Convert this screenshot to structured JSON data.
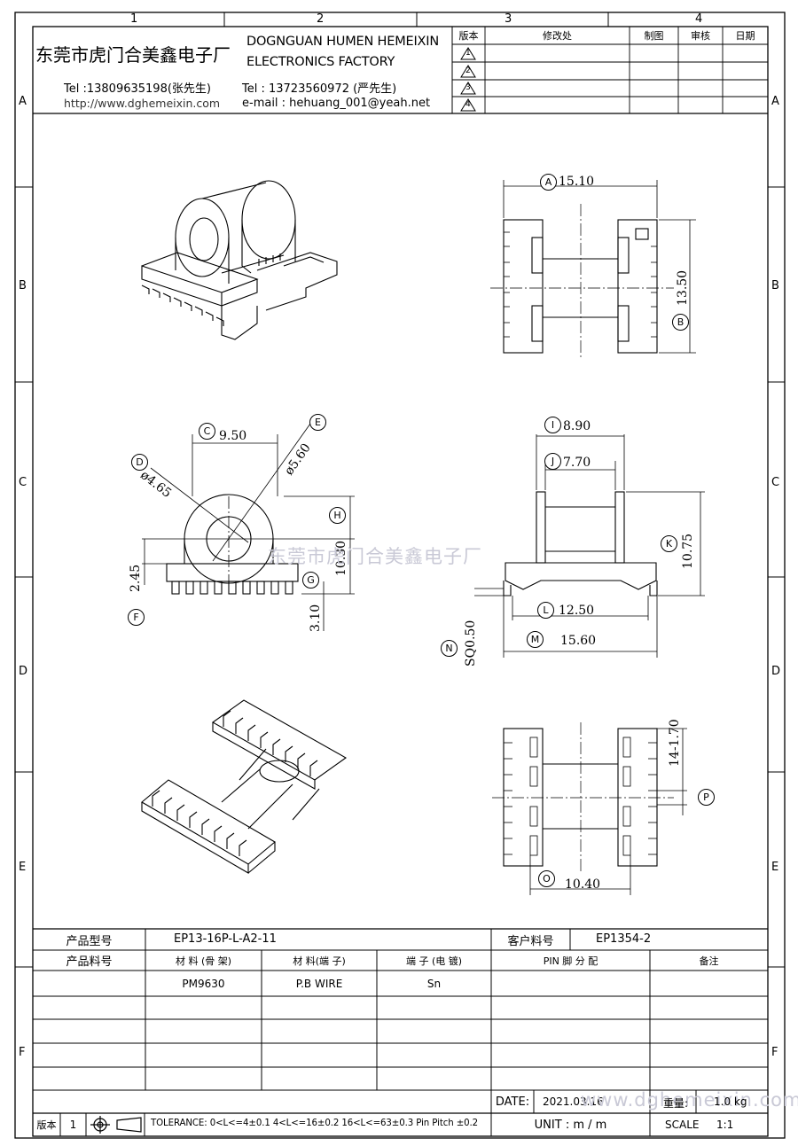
{
  "zone_columns": [
    "1",
    "2",
    "3",
    "4"
  ],
  "zone_rows": [
    "A",
    "B",
    "C",
    "D",
    "E",
    "F"
  ],
  "company": {
    "name_cn": "东莞市虎门合美鑫电子厂",
    "name_en_1": "DOGNGUAN HUMEN HEMEIXIN",
    "name_en_2": "ELECTRONICS FACTORY",
    "tel1": "Tel :13809635198(张先生)",
    "url": "http://www.dghemeixin.com",
    "tel2": "Tel : 13723560972 (严先生)",
    "email": "e-mail : hehuang_001@yeah.net"
  },
  "revision_table": {
    "headers": [
      "版本",
      "修改处",
      "制图",
      "审核",
      "日期"
    ],
    "rows": [
      "1",
      "2",
      "3",
      "4"
    ]
  },
  "dimensions": {
    "A": {
      "tag": "A",
      "value": "15.10"
    },
    "B": {
      "tag": "B",
      "value": "13.50"
    },
    "C": {
      "tag": "C",
      "value": "9.50"
    },
    "D": {
      "tag": "D",
      "value": "ø4.65"
    },
    "E": {
      "tag": "E",
      "value": "ø5.60"
    },
    "F": {
      "tag": "F",
      "value": "2.45"
    },
    "G": {
      "tag": "G",
      "value": ""
    },
    "H": {
      "tag": "H",
      "value": "10.30"
    },
    "h2": {
      "value": "3.10"
    },
    "I": {
      "tag": "I",
      "value": "8.90"
    },
    "J": {
      "tag": "J",
      "value": "7.70"
    },
    "K": {
      "tag": "K",
      "value": "10.75"
    },
    "L": {
      "tag": "L",
      "value": "12.50"
    },
    "M": {
      "tag": "M",
      "value": "15.60"
    },
    "N": {
      "tag": "N",
      "value": "SQ0.50"
    },
    "O": {
      "tag": "O",
      "value": "10.40"
    },
    "P": {
      "tag": "P",
      "value": ""
    },
    "pitch": {
      "value": "14-1.70"
    }
  },
  "watermark_center": "东莞市虎门合美鑫电子厂",
  "watermark_bottom": "www.dghemeixin.com",
  "spec_table": {
    "model_label": "产品型号",
    "model_value": "EP13-16P-L-A2-11",
    "customer_label": "客户料号",
    "customer_value": "EP1354-2",
    "part_label": "产品料号",
    "headers": [
      "材 料 (骨 架)",
      "材 料(端 子)",
      "端 子 (电 镀)",
      "PIN 脚 分 配",
      "备注"
    ],
    "row1": [
      "PM9630",
      "P.B WIRE",
      "Sn"
    ]
  },
  "footer": {
    "version_label": "版本",
    "version_value": "1",
    "tolerance": "TOLERANCE:  0<L<=4±0.1  4<L<=16±0.2  16<L<=63±0.3  Pin Pitch  ±0.2",
    "date_label": "DATE:",
    "date_value": "2021.03.16",
    "weight_label": "重量:",
    "weight_value": "1.0 kg",
    "unit_label": "UNIT : m / m",
    "scale_label": "SCALE",
    "scale_value": "1:1"
  }
}
